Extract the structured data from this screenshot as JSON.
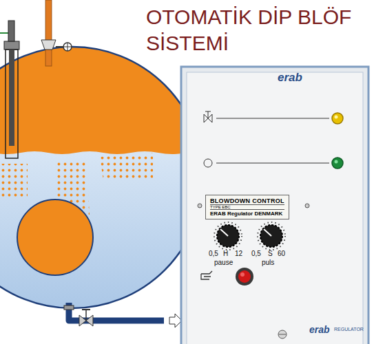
{
  "diagram": {
    "title": "OTOMATİK DİP BLÖF SİSTEMİ",
    "nodes": [
      {
        "text": [
          "erab",
          "erab",
          "REGULATOR"
        ]
      },
      {
        "text": [
          "BLOWDOWN CONTROL",
          "TYPE EBC",
          "ERAB Regulator DENMARK"
        ],
        "in": 0
      }
    ],
    "labels": [
      "0,5",
      "H",
      "12",
      "pause",
      "0,5",
      "S",
      "60",
      "puls"
    ]
  }
}
